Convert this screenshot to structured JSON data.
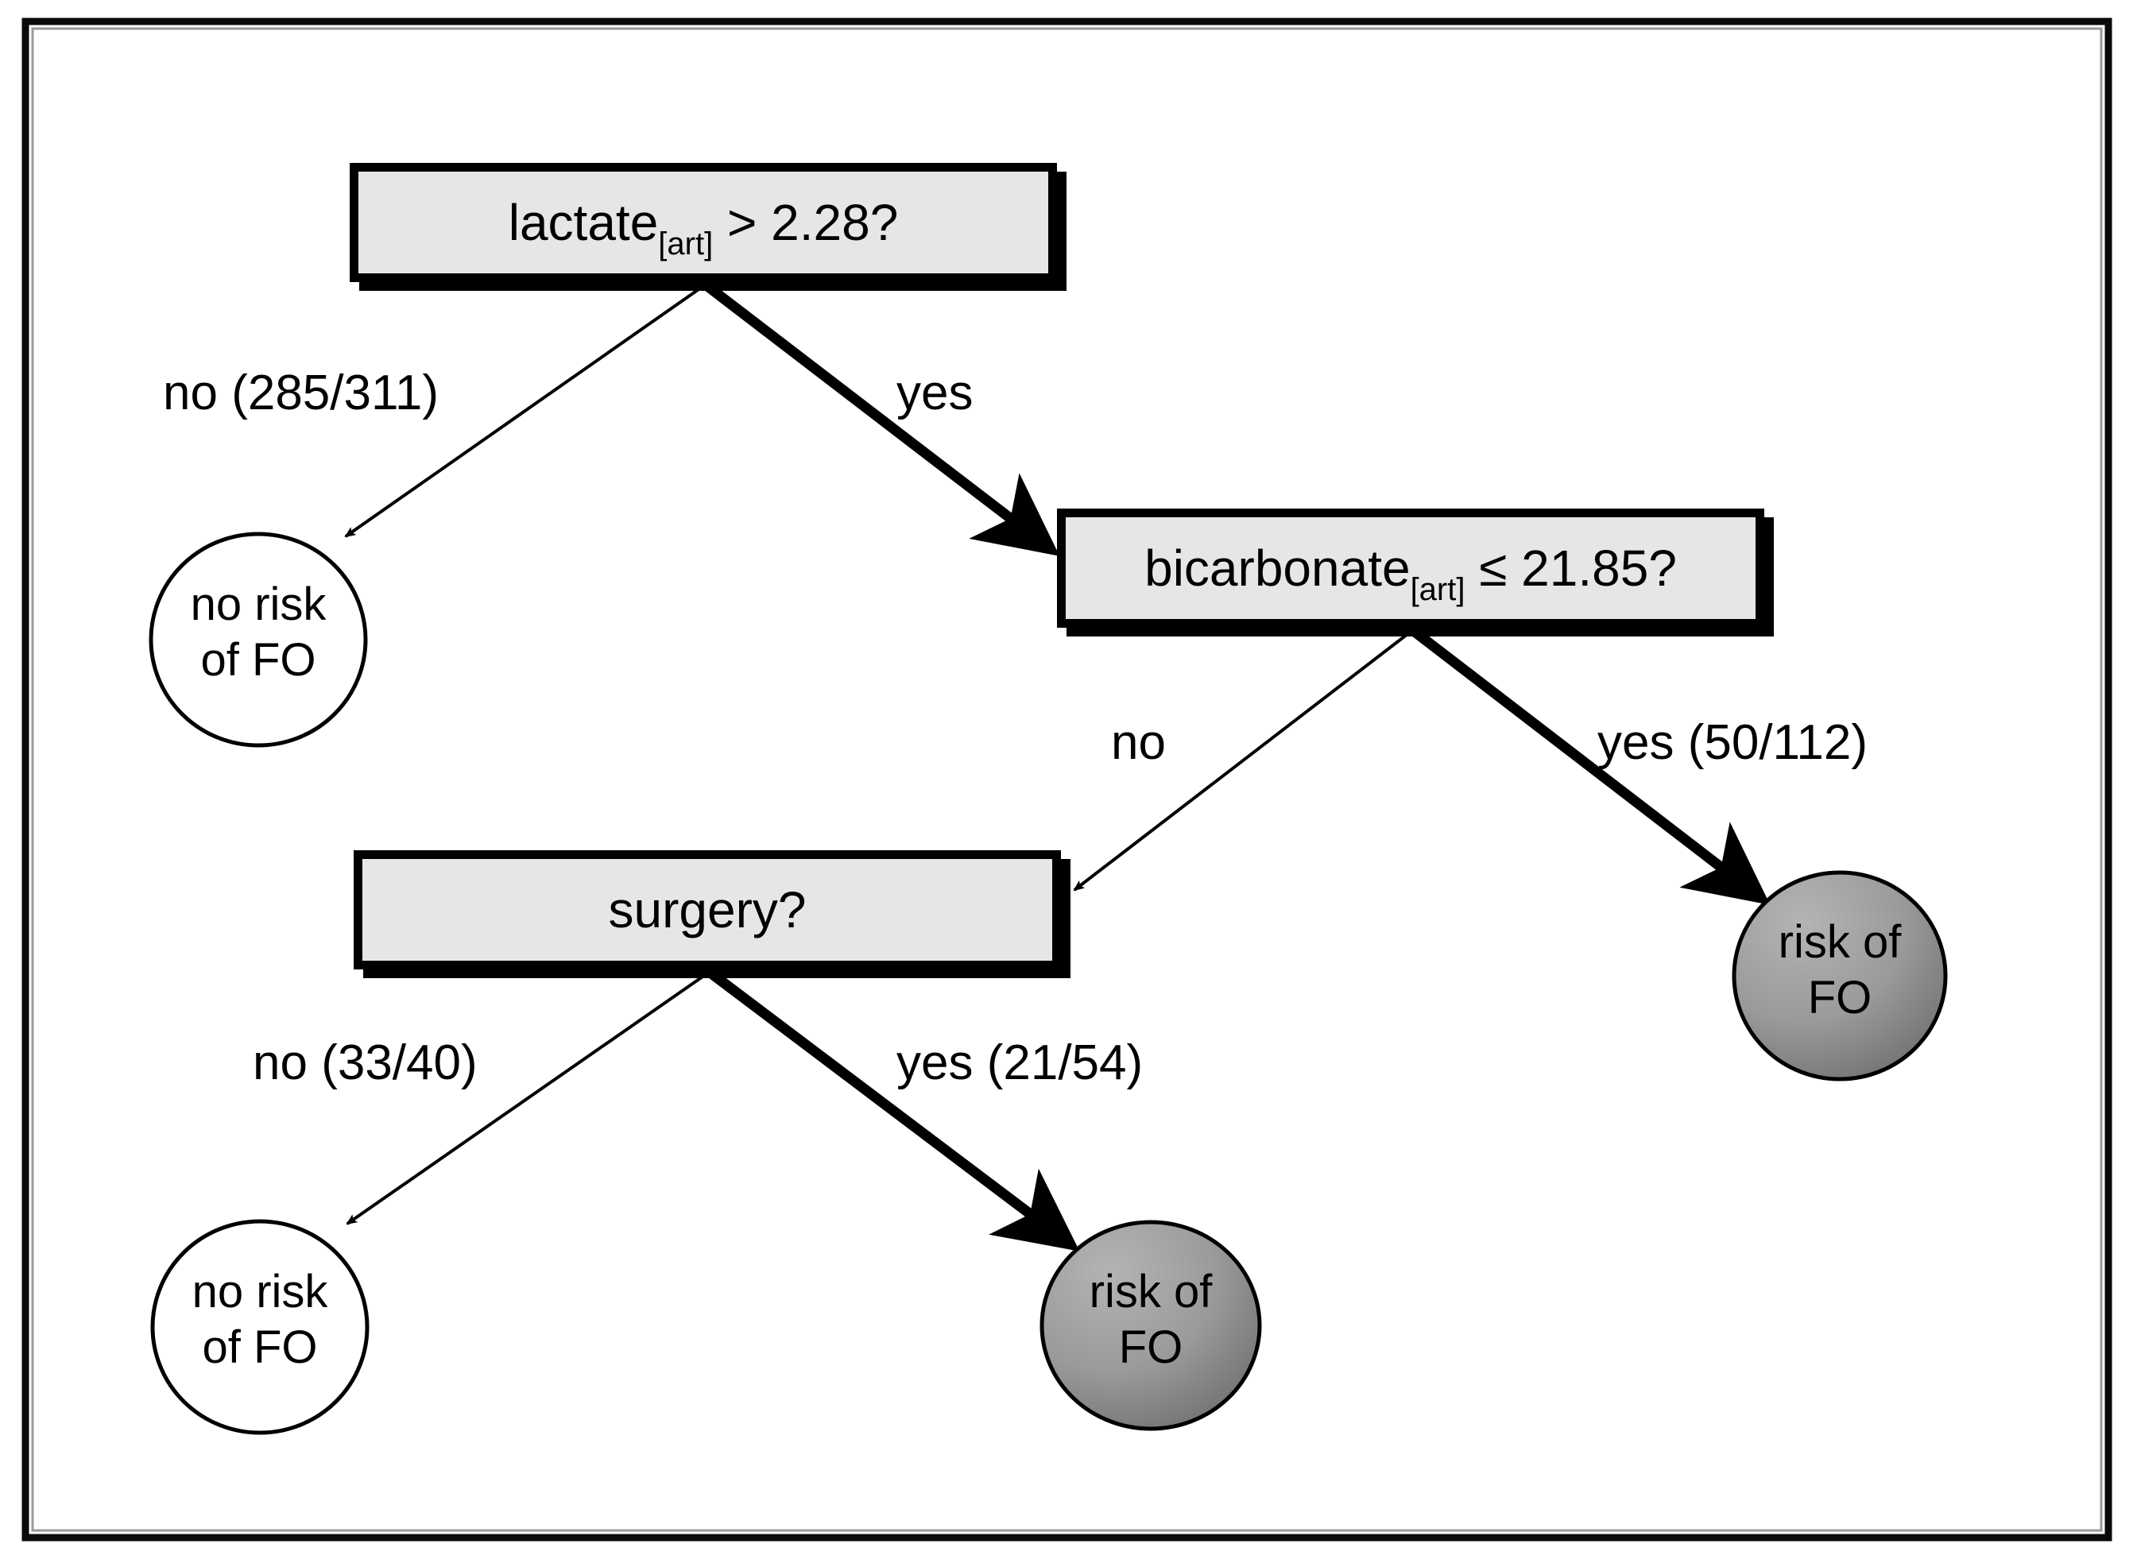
{
  "figure": {
    "type": "decision-tree",
    "title": "",
    "frame": {
      "border_color": "#0a0a0a"
    }
  },
  "chart_data": {
    "type": "diagram",
    "title": "",
    "nodes": [
      {
        "id": "lactate",
        "kind": "decision",
        "label": "lactate",
        "subscript": "[art]",
        "operator": ">",
        "threshold": "2.28",
        "suffix": "?",
        "text": "lactate[art] > 2.28?"
      },
      {
        "id": "bicarbonate",
        "kind": "decision",
        "label": "bicarbonate",
        "subscript": "[art]",
        "operator": "≤",
        "threshold": "21.85",
        "suffix": "?",
        "text": "bicarbonate[art] ≤ 21.85?"
      },
      {
        "id": "surgery",
        "kind": "decision",
        "label": "surgery",
        "subscript": "",
        "operator": "",
        "threshold": "",
        "suffix": "?",
        "text": "surgery?"
      },
      {
        "id": "leaf1",
        "kind": "leaf",
        "outcome": "no-risk",
        "line1": "no risk",
        "line2": "of FO",
        "fill": "#ffffff"
      },
      {
        "id": "leaf2",
        "kind": "leaf",
        "outcome": "risk",
        "line1": "risk of",
        "line2": "FO",
        "fill": "#8e8e8e"
      },
      {
        "id": "leaf3",
        "kind": "leaf",
        "outcome": "no-risk",
        "line1": "no risk",
        "line2": "of FO",
        "fill": "#ffffff"
      },
      {
        "id": "leaf4",
        "kind": "leaf",
        "outcome": "risk",
        "line1": "risk of",
        "line2": "FO",
        "fill": "#8e8e8e"
      }
    ],
    "edges": [
      {
        "from": "lactate",
        "to": "leaf1",
        "answer": "no",
        "counts": "(285/311)",
        "label": "no (285/311)",
        "n": 285,
        "total": 311,
        "weight": "thin"
      },
      {
        "from": "lactate",
        "to": "bicarbonate",
        "answer": "yes",
        "counts": "",
        "label": "yes",
        "weight": "thick"
      },
      {
        "from": "bicarbonate",
        "to": "surgery",
        "answer": "no",
        "counts": "",
        "label": "no",
        "weight": "thin"
      },
      {
        "from": "bicarbonate",
        "to": "leaf2",
        "answer": "yes",
        "counts": "(50/112)",
        "label": "yes (50/112)",
        "n": 50,
        "total": 112,
        "weight": "thick"
      },
      {
        "from": "surgery",
        "to": "leaf3",
        "answer": "no",
        "counts": "(33/40)",
        "label": "no (33/40)",
        "n": 33,
        "total": 40,
        "weight": "thin"
      },
      {
        "from": "surgery",
        "to": "leaf4",
        "answer": "yes",
        "counts": "(21/54)",
        "label": "yes (21/54)",
        "n": 21,
        "total": 54,
        "weight": "thick"
      }
    ],
    "colors": {
      "decision_fill": "#e6e6e6",
      "decision_border": "#000000",
      "leaf_risk_fill": "#8e8e8e",
      "leaf_norisk_fill": "#ffffff",
      "edge": "#000000"
    }
  }
}
